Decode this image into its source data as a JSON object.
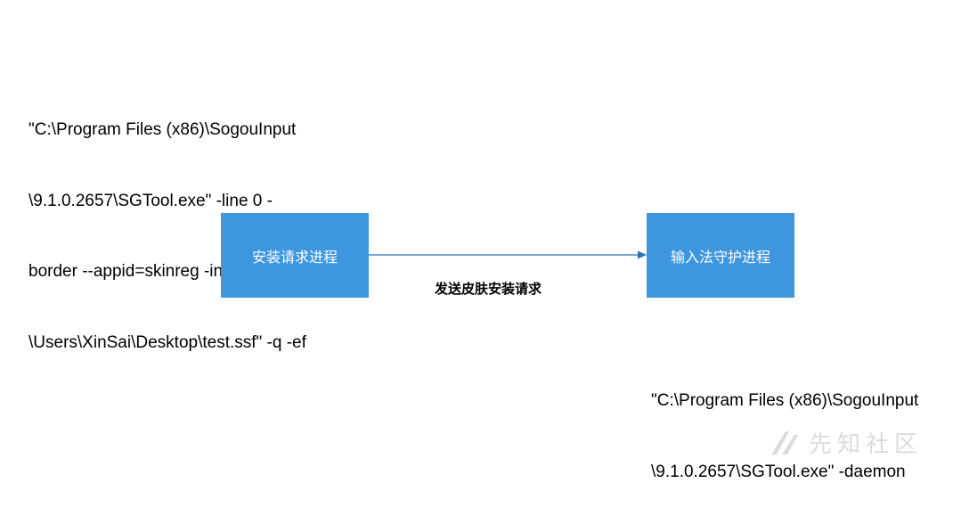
{
  "command_top": [
    "\"C:\\Program Files (x86)\\SogouInput",
    "\\9.1.0.2657\\SGTool.exe\" -line 0 -",
    "border --appid=skinreg -install -c  \"C:",
    "\\Users\\XinSai\\Desktop\\test.ssf\" -q -ef"
  ],
  "command_bottom": [
    "\"C:\\Program Files (x86)\\SogouInput",
    "\\9.1.0.2657\\SGTool.exe\" -daemon"
  ],
  "nodes": {
    "left": "安装请求进程",
    "right": "输入法守护进程"
  },
  "edge_label": "发送皮肤安装请求",
  "watermark": {
    "text": "先知社区",
    "icon": "xianzhi-logo-icon"
  },
  "colors": {
    "box_fill": "#3e97de",
    "box_text": "#ffffff",
    "arrow": "#2e75b6",
    "text": "#000000"
  }
}
